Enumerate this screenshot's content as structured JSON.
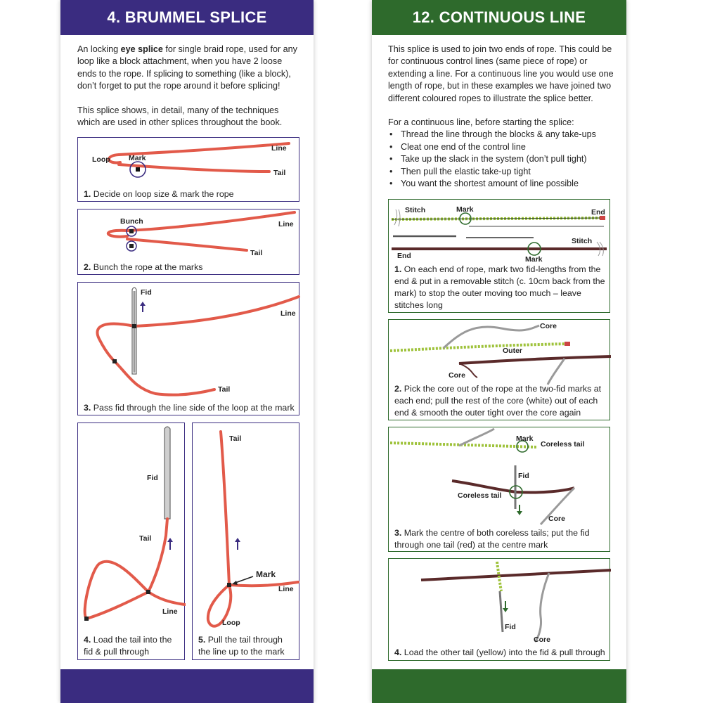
{
  "left": {
    "title": "4. BRUMMEL SPLICE",
    "intro_p1_pre": "An locking ",
    "intro_p1_bold": "eye splice",
    "intro_p1_post": " for single braid rope, used for any loop like a block attachment, when you have 2 loose ends to the rope. If splicing to something (like a block), don’t forget to put the rope around it before splicing!",
    "intro_p2": "This splice shows, in detail, many of the techniques which are used in other splices throughout the book.",
    "steps": [
      {
        "num": "1.",
        "text": "Decide on loop size & mark the rope",
        "labels": {
          "loop": "Loop",
          "mark": "Mark",
          "line": "Line",
          "tail": "Tail"
        }
      },
      {
        "num": "2.",
        "text": "Bunch the rope at the marks",
        "labels": {
          "bunch": "Bunch",
          "line": "Line",
          "tail": "Tail"
        }
      },
      {
        "num": "3.",
        "text": "Pass fid through the line side of the loop at the mark",
        "labels": {
          "fid": "Fid",
          "line": "Line",
          "tail": "Tail"
        }
      },
      {
        "num": "4.",
        "text": "Load the tail into the fid & pull through",
        "labels": {
          "fid": "Fid",
          "tail": "Tail",
          "line": "Line"
        }
      },
      {
        "num": "5.",
        "text": "Pull the tail through the line up to the mark",
        "labels": {
          "tail": "Tail",
          "mark": "Mark",
          "line": "Line",
          "loop": "Loop"
        }
      }
    ]
  },
  "right": {
    "title": "12. CONTINUOUS LINE",
    "intro_p1": "This splice is used to join two ends of rope. This could be for continuous control lines (same piece of rope) or extending a line. For a continuous line you would use one length of rope, but in these examples we have joined two different coloured ropes to illustrate the splice better.",
    "intro_p2": "For a continuous line, before starting the splice:",
    "bullets": [
      "Thread the line through the blocks & any take-ups",
      "Cleat one end of the control line",
      "Take up the slack in the system (don’t pull tight)",
      "Then pull the elastic take-up tight",
      "You want the shortest amount of line possible"
    ],
    "steps": [
      {
        "num": "1.",
        "text": "On each end of rope, mark two fid-lengths from the end & put in a removable stitch (c. 10cm back from the mark) to stop the outer moving too much – leave stitches long",
        "labels": {
          "stitch1": "Stitch",
          "mark1": "Mark",
          "end1": "End",
          "end2": "End",
          "mark2": "Mark",
          "stitch2": "Stitch"
        }
      },
      {
        "num": "2.",
        "text": "Pick the core out of the rope at the two-fid marks at each end; pull the rest of the core (white) out of each end & smooth the outer tight over the core again",
        "labels": {
          "core1": "Core",
          "outer": "Outer",
          "core2": "Core"
        }
      },
      {
        "num": "3.",
        "text": "Mark the centre of both coreless tails; put the fid through one tail (red) at the centre mark",
        "labels": {
          "mark": "Mark",
          "coreless1": "Coreless tail",
          "fid": "Fid",
          "coreless2": "Coreless tail",
          "core": "Core"
        }
      },
      {
        "num": "4.",
        "text": "Load the other tail (yellow) into the fid & pull through",
        "labels": {
          "fid": "Fid",
          "core": "Core"
        }
      }
    ]
  },
  "colors": {
    "left_band": "#3a2c80",
    "right_band": "#2e6a2c",
    "red_rope": "#e25a4a",
    "dark_rope": "#5a2a2a",
    "yellow_rope": "#b8d24a",
    "core": "#9a9a9a"
  }
}
